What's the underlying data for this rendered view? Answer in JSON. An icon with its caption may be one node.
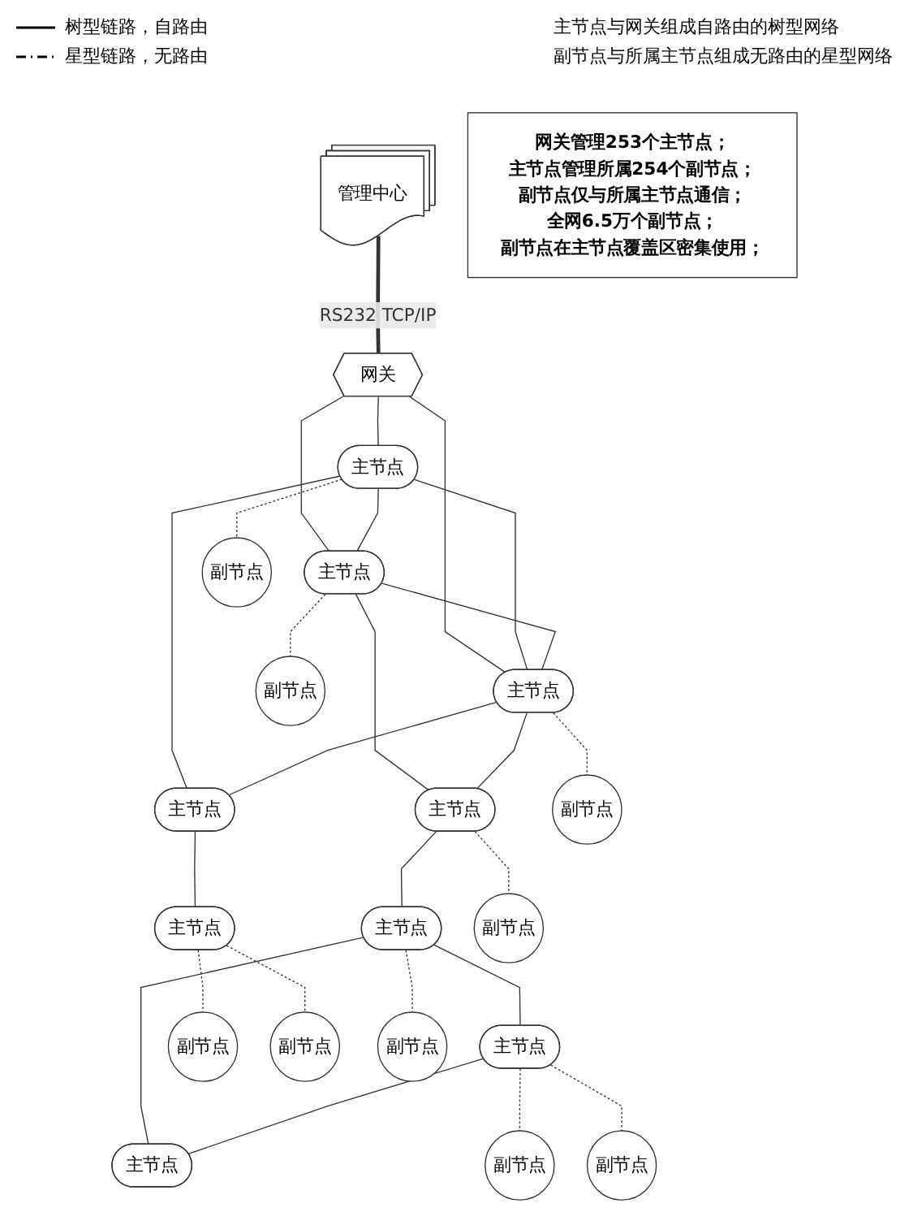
{
  "diagram": {
    "nodes": [
      {
        "text": [
          "管理中心"
        ]
      },
      {
        "text": [
          "网关"
        ]
      },
      {
        "text": [
          "主节点"
        ]
      },
      {
        "text": [
          "主节点"
        ]
      },
      {
        "text": [
          "主节点"
        ]
      },
      {
        "text": [
          "主节点"
        ]
      },
      {
        "text": [
          "主节点"
        ]
      },
      {
        "text": [
          "主节点"
        ]
      },
      {
        "text": [
          "主节点"
        ]
      },
      {
        "text": [
          "主节点"
        ]
      },
      {
        "text": [
          "主节点"
        ]
      },
      {
        "text": [
          "副节点"
        ]
      },
      {
        "text": [
          "副节点"
        ]
      },
      {
        "text": [
          "副节点"
        ]
      },
      {
        "text": [
          "副节点"
        ]
      },
      {
        "text": [
          "副节点"
        ]
      },
      {
        "text": [
          "副节点"
        ]
      },
      {
        "text": [
          "副节点"
        ]
      },
      {
        "text": [
          "副节点"
        ]
      },
      {
        "text": [
          "副节点"
        ]
      },
      {
        "text": [
          "网关管理253个主节点；",
          "主节点管理所属254个副节点；",
          "副节点仅与所属主节点通信；",
          "全网6.5万个副节点；",
          "副节点在主节点覆盖区密集使用；"
        ]
      }
    ],
    "edges": [
      {
        "from": 0,
        "to": 1,
        "arrow": "none",
        "label": "RS232 TCP/IP",
        "style": "thick"
      },
      {
        "from": 1,
        "to": 2,
        "arrow": "none"
      },
      {
        "from": 1,
        "to": 4,
        "arrow": "none"
      },
      {
        "from": 1,
        "to": 3,
        "arrow": "none"
      },
      {
        "from": 2,
        "to": 3,
        "arrow": "none"
      },
      {
        "from": 2,
        "to": 4,
        "arrow": "none"
      },
      {
        "from": 2,
        "to": 5,
        "arrow": "none"
      },
      {
        "from": 3,
        "to": 4,
        "arrow": "none"
      },
      {
        "from": 3,
        "to": 6,
        "arrow": "none"
      },
      {
        "from": 4,
        "to": 5,
        "arrow": "none"
      },
      {
        "from": 4,
        "to": 6,
        "arrow": "none"
      },
      {
        "from": 5,
        "to": 7,
        "arrow": "none"
      },
      {
        "from": 6,
        "to": 8,
        "arrow": "none"
      },
      {
        "from": 8,
        "to": 9,
        "arrow": "none"
      },
      {
        "from": 8,
        "to": 10,
        "arrow": "none"
      },
      {
        "from": 9,
        "to": 10,
        "arrow": "none"
      },
      {
        "from": 3,
        "to": 11,
        "arrow": "none",
        "style": "dashed"
      },
      {
        "from": 2,
        "to": 12,
        "arrow": "none",
        "style": "dashed"
      },
      {
        "from": 4,
        "to": 13,
        "arrow": "none",
        "style": "dashed"
      },
      {
        "from": 6,
        "to": 14,
        "arrow": "none",
        "style": "dashed"
      },
      {
        "from": 7,
        "to": 15,
        "arrow": "none",
        "style": "dashed"
      },
      {
        "from": 7,
        "to": 16,
        "arrow": "none",
        "style": "dashed"
      },
      {
        "from": 8,
        "to": 17,
        "arrow": "none",
        "style": "dashed"
      },
      {
        "from": 9,
        "to": 18,
        "arrow": "none",
        "style": "dashed"
      },
      {
        "from": 9,
        "to": 19,
        "arrow": "none",
        "style": "dashed"
      }
    ],
    "labels": [
      "主节点与网关组成自路由的树型网络",
      "副节点与所属主节点组成无路由的星型网络"
    ],
    "legend": [
      {
        "text": "树型链路，自路由"
      },
      {
        "text": "星型链路，无路由"
      }
    ]
  }
}
